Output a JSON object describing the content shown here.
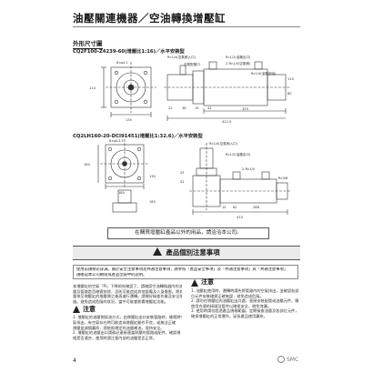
{
  "header": {
    "title": "油壓關連機器／空油轉換增壓缸"
  },
  "section": {
    "heading": "外形尺寸圖"
  },
  "models": {
    "model1": "CQ2F100-Z4239-60(增壓比1:16)／水平安裝型",
    "model2": "CQ2LH160-20-DCI91451(增壓比1:32.6)／水平安裝型"
  },
  "drawing1": {
    "labels": [
      "Rc1/4(空氣側入口)",
      "Rc1/2(油壓出口)",
      "空氣配管口",
      "2-Rc1/4(空氣側)",
      "Rc1/4(油壓回油)",
      "8×φ11",
      "135",
      "114",
      "22",
      "38",
      "110",
      "80",
      "15",
      "42",
      "325",
      "412.5"
    ]
  },
  "drawing2": {
    "labels": [
      "Rc1/4(空氣側入口)",
      "Rc1/2(油壓出口)",
      "2-Rc1/4",
      "Rc3/8",
      "8×φ13.5",
      "180",
      "160",
      "130",
      "25",
      "52",
      "15",
      "62",
      "268",
      "413",
      "185"
    ]
  },
  "notice": {
    "text": "在購買增壓缸產品以外的用品，請洽洽本公司。"
  },
  "banner": {
    "text": "產品個別注意事項"
  },
  "intro": {
    "lines": [
      "使用前請務必詳讀。關於安全注意事項及共通注意事項，請參照「產品安全事項」及「共通注意事項」與「共通注意事項」",
      "請確認本公司網站或產品型錄中的說明。"
    ]
  },
  "col_left": {
    "lines": [
      "本增壓缸的空氣「Pi」下降前先確認了，請確認空油轉換器內的油",
      "量及管路是否確實排除，否則可能造成其他設備及人身傷害。將其",
      "量排至增壓缸的推壓側之後再進行運轉。請做好檢查作業及安全措",
      "施。避免造成危險的狀況，當中可能會影響增壓缸功能。"
    ],
    "caution_label": "注意",
    "caution_lines": [
      "1. 增壓缸的油壓側採油方式，由增壓缸出口安裝管路時，確實將空",
      "   氣排出，有空氣存在時可能造成增壓缸動作不良，或無法正確",
      "   增壓並減損壽命，請依照規定的油量補油，保持安全。",
      "2. 增壓缸的油壓出口請務必連接適當耐壓的管路或配件，確認規",
      "   格是否適合，使用時請注意內部的油壓是否正常。"
    ]
  },
  "col_right": {
    "caution_label": "注意",
    "lines": [
      "1. 油壓缸使用時，運轉時請先將管路內的空氣排出，並確認各部",
      "   位元件安裝確實正確無誤，避免造成危險。",
      "2. 請勿在增壓缸的油壓缸出口處，直接安裝配管或油壓元件，應",
      "   使用合適的接頭及管件以確保安全，避免洩漏。",
      "3. 使用時請勿超過產品規格範圍，定期檢查油量及各部位元件，",
      "   確保增壓缸的正常運作，延長產品使用壽命。"
    ]
  },
  "footer": {
    "page_number": "4",
    "brand": "SMC"
  }
}
